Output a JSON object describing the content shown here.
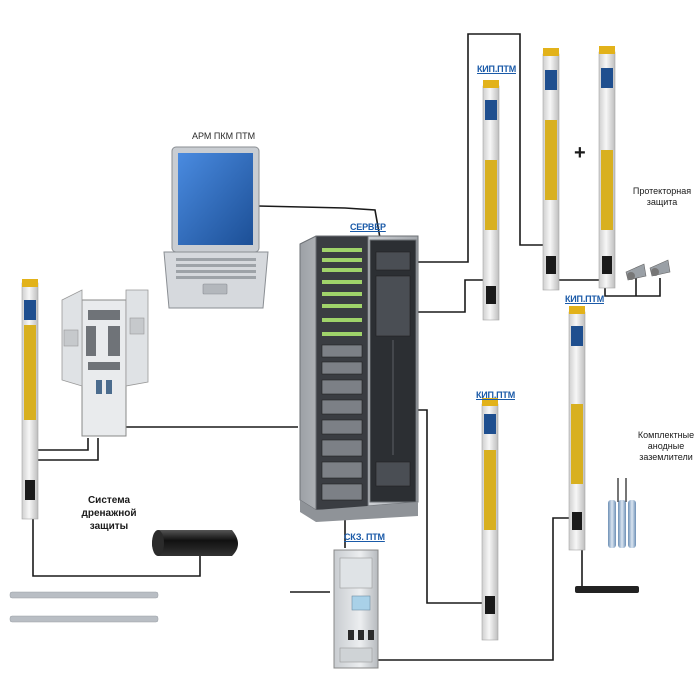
{
  "labels": {
    "arm": "АРМ ПКМ ПТМ",
    "server": "СЕРВЕР",
    "kip1": "КИП.ПТМ",
    "kip2": "КИП.ПТМ",
    "kip3": "КИП.ПТМ",
    "skz": "СКЗ. ПТМ",
    "drainage": "Система дренажной защиты",
    "protector": "Протекторная защита",
    "anodes": "Комплектные анодные заземлители",
    "plus": "+"
  },
  "colors": {
    "wire": "#1a1a1a",
    "post_cap": "#e2b21a",
    "post_stripe": "#d8b020",
    "post_body": "#ececec",
    "label_blue": "#1a5aa8",
    "screen_blue": "#2d6cc0",
    "cabinet_gray": "#b8bcc2"
  },
  "icons": [
    "laptop-icon",
    "server-rack-icon",
    "marker-post-icon",
    "electrical-panel-icon",
    "rectifier-cabinet-icon",
    "pipe-icon",
    "protector-anode-icon",
    "ground-rod-icon"
  ]
}
